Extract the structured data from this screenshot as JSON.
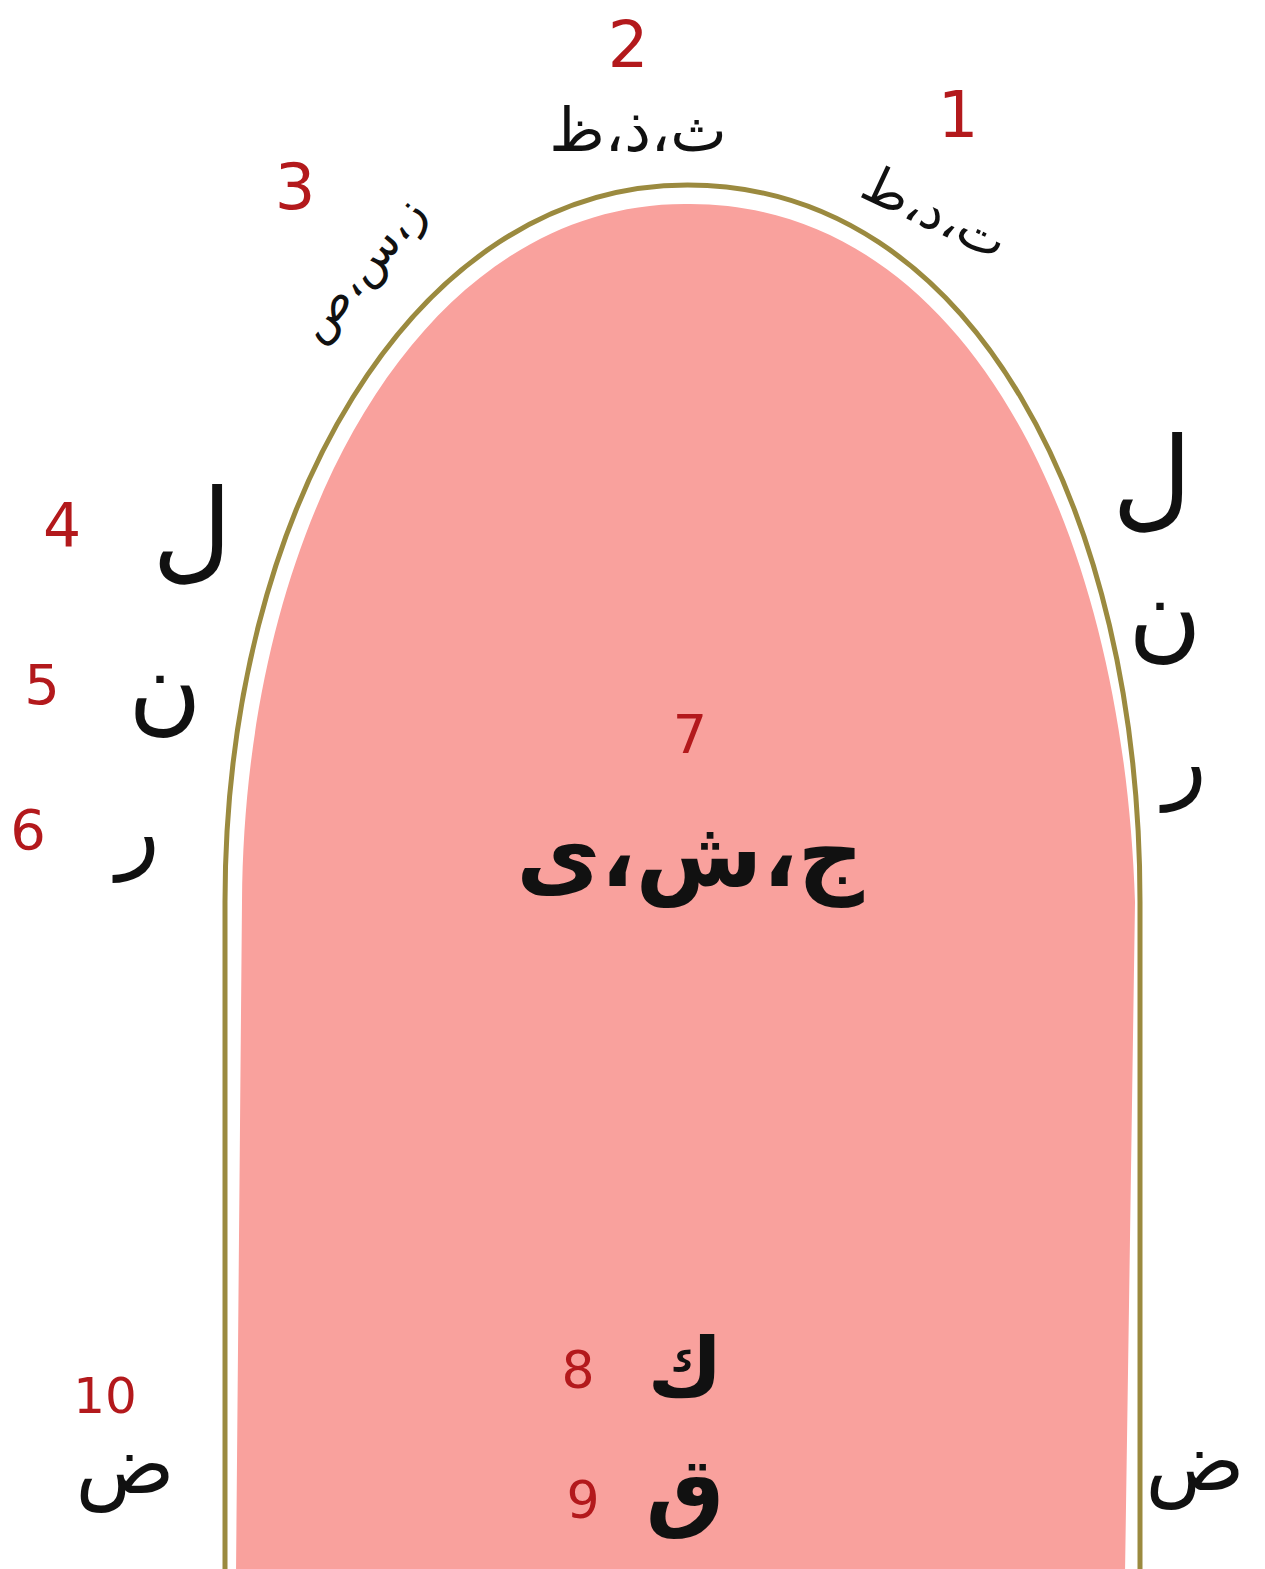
{
  "diagram": {
    "nodes": [
      {
        "text": [
          "7",
          "ج،ش،ی",
          "8",
          "ك",
          "9",
          "ق"
        ]
      }
    ],
    "labels": [
      "1",
      "ت،د،ط",
      "2",
      "ث،ذ،ظ",
      "3",
      "ز،س،ص",
      "4",
      "ل",
      "5",
      "ن",
      "6",
      "ر",
      "ل",
      "ن",
      "ر",
      "10",
      "ض",
      "ض"
    ]
  }
}
